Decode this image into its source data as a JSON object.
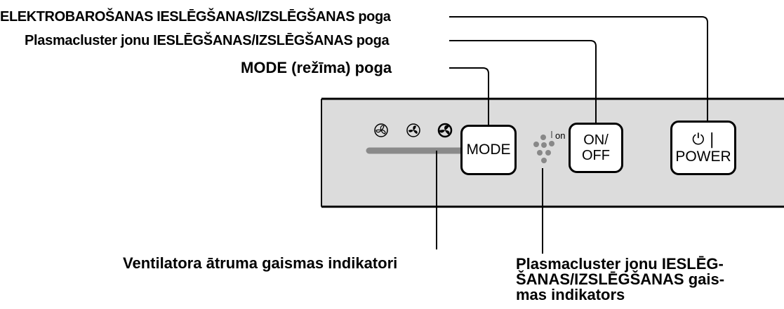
{
  "colors": {
    "panel": "#dcdcdc",
    "panel_edge": "#000000",
    "indicator_bar": "#8a8a8a",
    "dots": "#888888"
  },
  "callouts": {
    "power_button": "ELEKTROBAROŠANAS IESLĒGŠANAS/IZSLĒGŠANAS poga",
    "plasmacluster_button": "Plasmacluster jonu IESLĒGŠANAS/IZSLĒGŠANAS poga",
    "mode_button": "MODE (režīma) poga",
    "fan_speed_lights": "Ventilatora ātruma gaismas indikatori",
    "plasmacluster_light": [
      "Plasmacluster jonu IESLĒG-",
      "ŠANAS/IZSLĒGŠANAS gais-",
      "mas indikators"
    ]
  },
  "panel": {
    "mode_button_label": "MODE",
    "onoff_button_label": [
      "ON/",
      "OFF"
    ],
    "power_button_symbol": "⏻ |",
    "power_button_label": "POWER",
    "plasmacluster_indicator_text": "on",
    "fan_speed_icons": [
      "fan-low-icon",
      "fan-medium-icon",
      "fan-high-icon"
    ]
  }
}
